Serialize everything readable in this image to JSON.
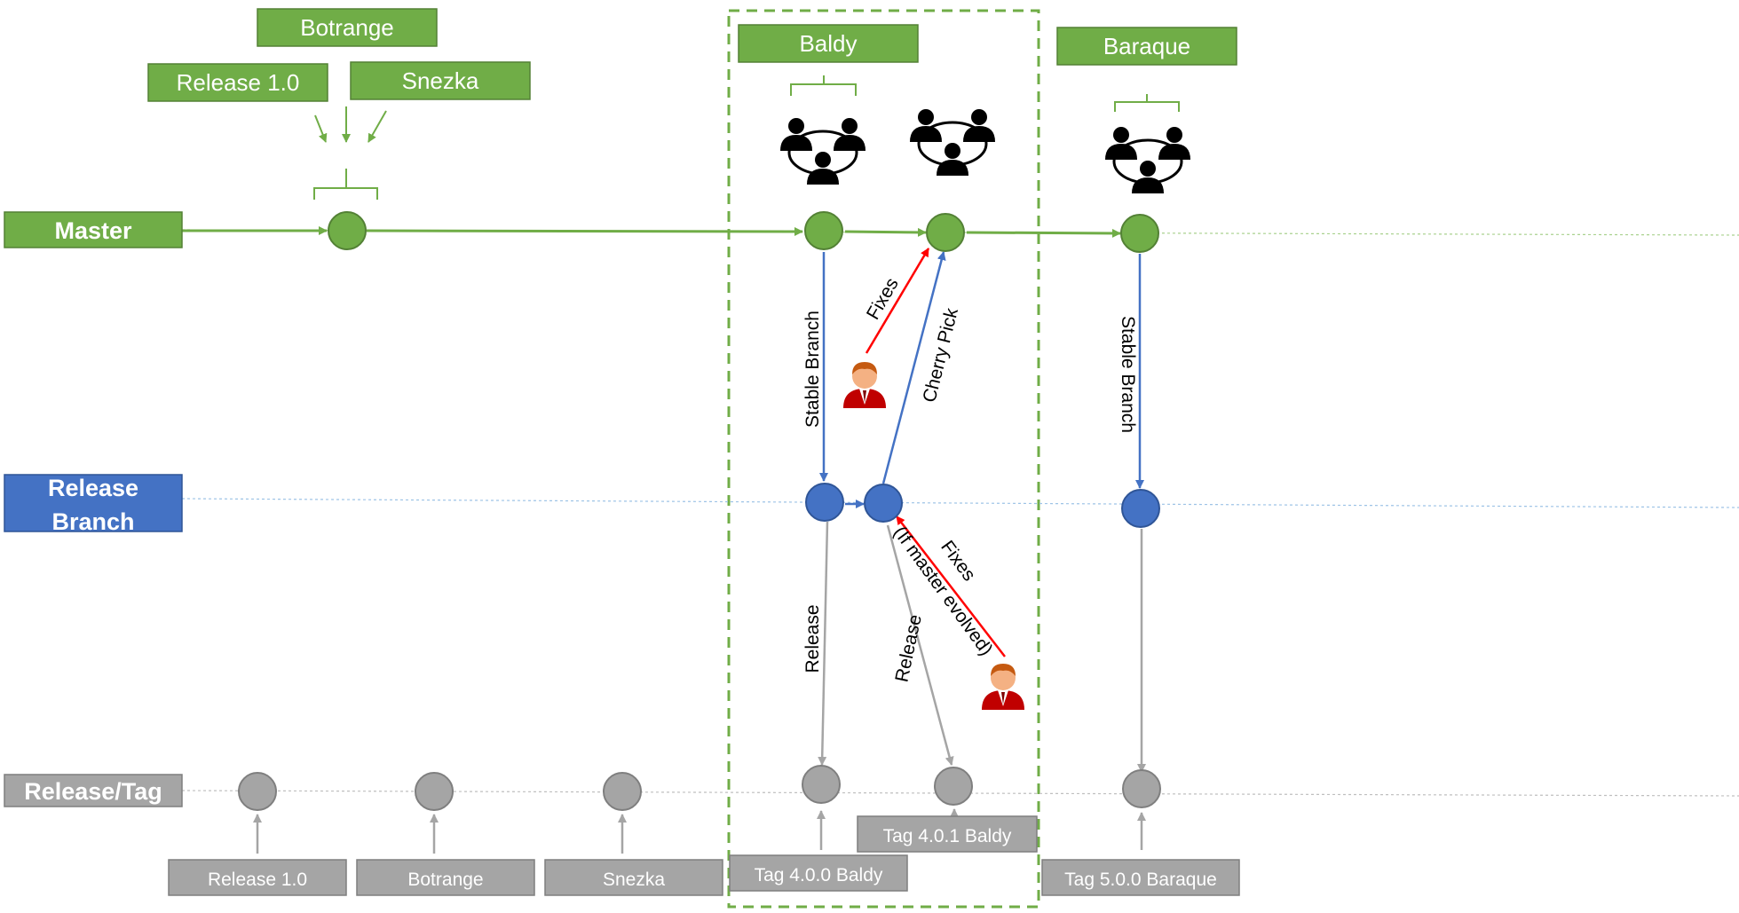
{
  "colors": {
    "green": "#70ad47",
    "green_dark": "#538135",
    "blue": "#4472c4",
    "blue_dark": "#2f5597",
    "gray": "#a5a5a5",
    "gray_dark": "#7f7f7f",
    "red": "#ff0000",
    "guide_green": "#a9d18e",
    "guide_blue": "#9dc3e6",
    "guide_gray": "#bfbfbf"
  },
  "lanes": {
    "master": "Master",
    "release_branch_line1": "Release",
    "release_branch_line2": "Branch",
    "release_tag": "Release/Tag"
  },
  "top_labels": {
    "botrange": "Botrange",
    "release_1_0": "Release 1.0",
    "snezka": "Snezka",
    "baldy": "Baldy",
    "baraque": "Baraque"
  },
  "arrow_labels": {
    "stable_branch_baldy": "Stable Branch",
    "fixes_master": "Fixes",
    "cherry_pick": "Cherry Pick",
    "release_4_0_0": "Release",
    "release_4_0_1": "Release",
    "if_master_evolved": "(If master evolved)",
    "fixes_release": "Fixes",
    "stable_branch_baraque": "Stable Branch"
  },
  "tags": {
    "release_1_0": "Release 1.0",
    "botrange": "Botrange",
    "snezka": "Snezka",
    "tag_4_0_0": "Tag 4.0.0 Baldy",
    "tag_4_0_1": "Tag 4.0.1 Baldy",
    "tag_5_0_0": "Tag 5.0.0 Baraque"
  },
  "icons": {
    "team": "team-group-icon",
    "developer": "developer-person-icon"
  }
}
